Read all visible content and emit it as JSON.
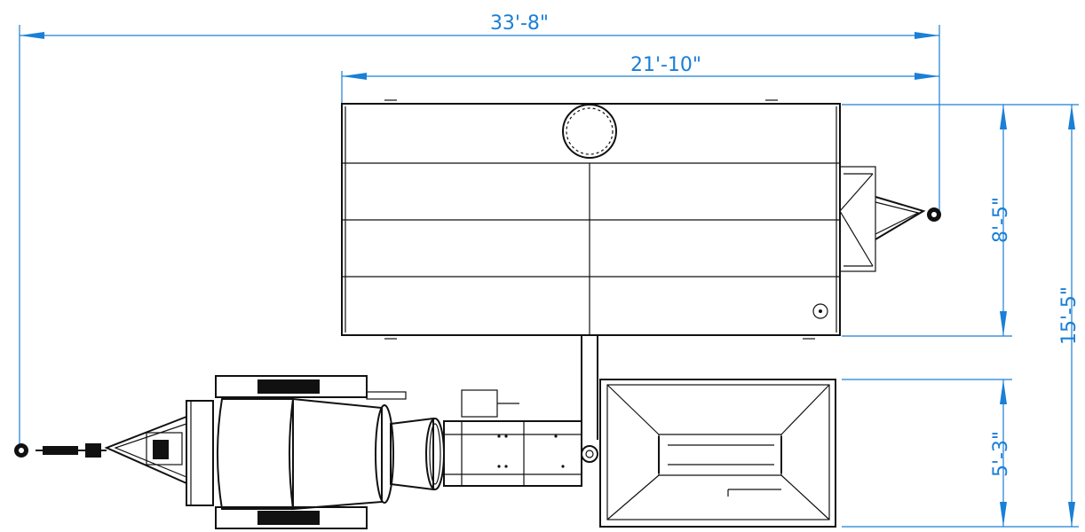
{
  "dimensions": {
    "overall_length": "33'-8\"",
    "tank_length": "21'-10\"",
    "tank_width": "8'-5\"",
    "overall_width": "15'-5\"",
    "hopper_width": "5'-3\""
  },
  "colors": {
    "dimension": "#1a7fd6",
    "line_work": "#111111",
    "background": "#ffffff"
  }
}
